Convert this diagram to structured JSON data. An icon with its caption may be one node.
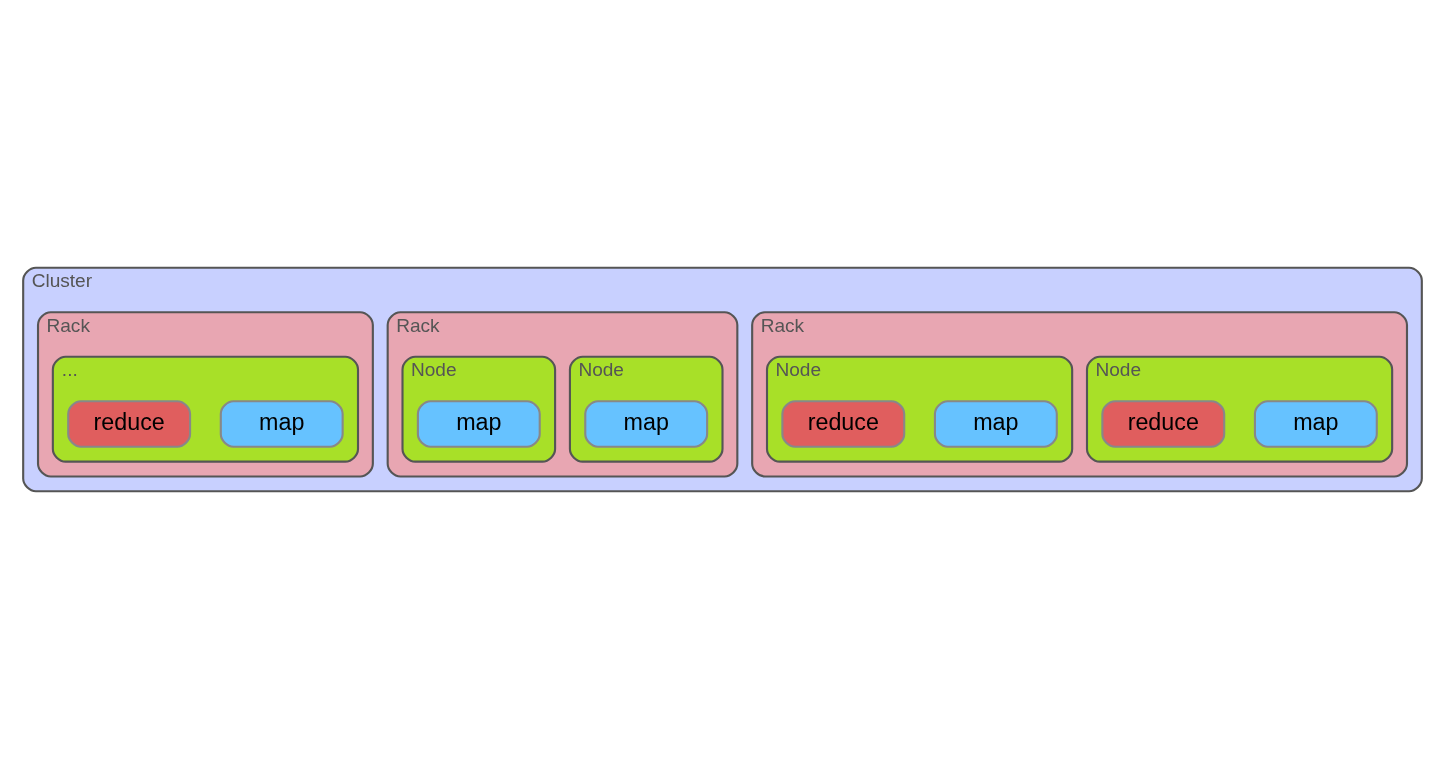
{
  "diagram": {
    "nodes": [
      {
        "text": [
          "Cluster"
        ]
      },
      {
        "text": [
          "Rack"
        ],
        "in": 0
      },
      {
        "text": [
          "Node"
        ],
        "in": 1
      },
      {
        "text": [
          "map"
        ],
        "in": 2
      },
      {
        "text": [
          "reduce"
        ],
        "in": 2
      },
      {
        "text": [
          "Node"
        ],
        "in": 1
      },
      {
        "text": [
          "map"
        ],
        "in": 5
      },
      {
        "text": [
          "reduce"
        ],
        "in": 5
      },
      {
        "text": [
          "Rack"
        ],
        "in": 0
      },
      {
        "text": [
          "Node"
        ],
        "in": 8
      },
      {
        "text": [
          "map"
        ],
        "in": 9
      },
      {
        "text": [
          "Node"
        ],
        "in": 8
      },
      {
        "text": [
          "map"
        ],
        "in": 11
      },
      {
        "text": [
          "Rack"
        ],
        "in": 0
      },
      {
        "text": [
          "..."
        ],
        "in": 13
      },
      {
        "text": [
          "map"
        ],
        "in": 14
      },
      {
        "text": [
          "reduce"
        ],
        "in": 14
      }
    ],
    "edges": []
  }
}
